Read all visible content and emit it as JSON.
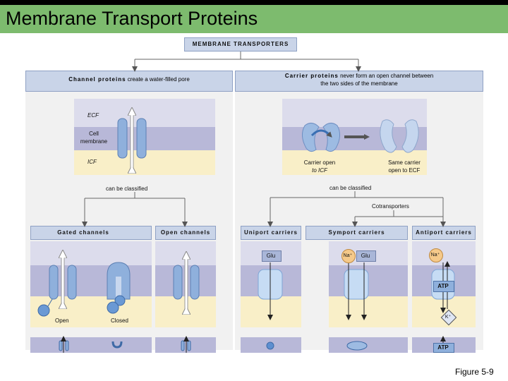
{
  "title": "Membrane Transport Proteins",
  "root": {
    "label": "MEMBRANE TRANSPORTERS"
  },
  "channel": {
    "header_bold": "Channel proteins",
    "header_rest": " create a water-filled pore",
    "ecf": "ECF",
    "membrane_line1": "Cell",
    "membrane_line2": "membrane",
    "icf": "ICF",
    "classified": "can be classified",
    "gated": "Gated channels",
    "open_channels": "Open channels",
    "open": "Open",
    "closed": "Closed"
  },
  "carrier": {
    "header_bold": "Carrier proteins",
    "header_rest_line1": " never form an open channel between",
    "header_line2": "the two sides of the membrane",
    "open_icf_line1": "Carrier open",
    "open_icf_line2": "to ICF",
    "open_ecf_line1": "Same carrier",
    "open_ecf_line2": "open to ECF",
    "classified": "can be classified",
    "cotransporters": "Cotransporters",
    "uniport": "Uniport carriers",
    "symport": "Symport carriers",
    "antiport": "Antiport carriers",
    "glu": "Glu",
    "na": "Na⁺",
    "atp": "ATP",
    "k": "K⁺"
  },
  "figure_label": "Figure 5-9",
  "colors": {
    "title_bar": "#7dbb6e",
    "header_fill": "#c9d4e8",
    "ecf": "#dcdcec",
    "membrane": "#b8b8d8",
    "icf": "#f9efc8",
    "protein": "#8fb0dc",
    "na_ion": "#f5c98a",
    "glu_box": "#a9b6d8"
  }
}
